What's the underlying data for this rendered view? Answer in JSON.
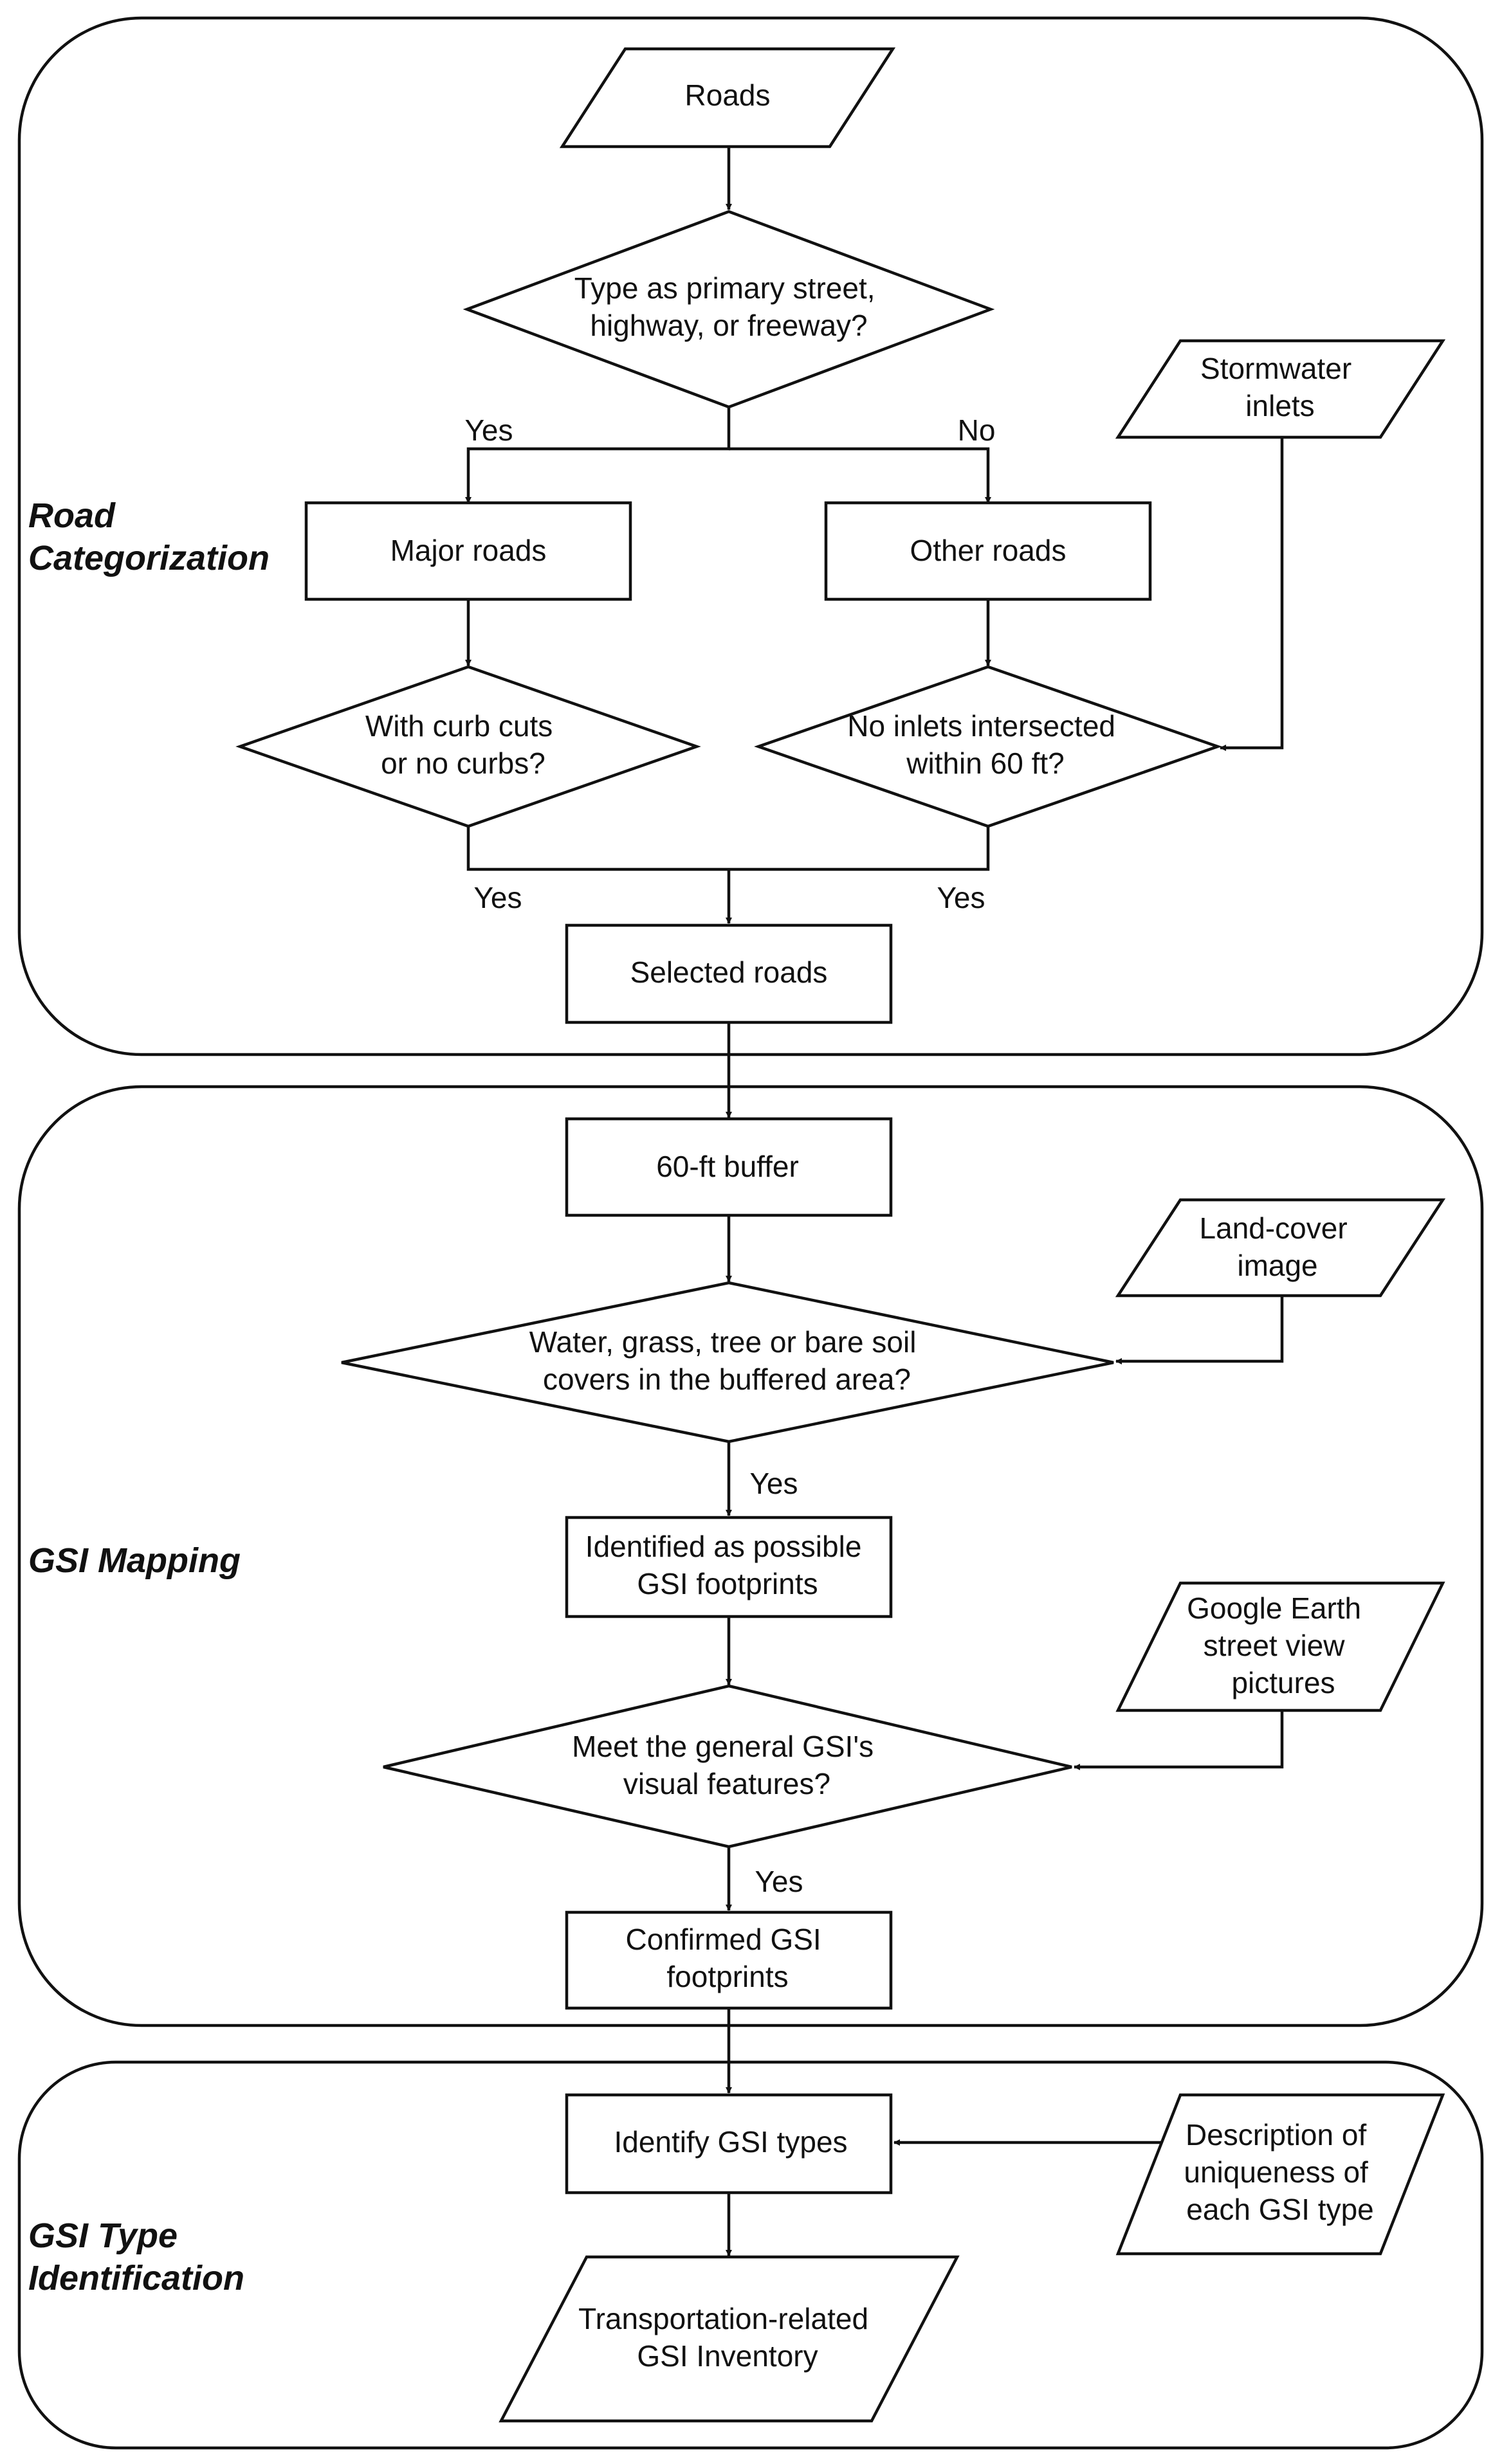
{
  "sections": [
    {
      "id": "road",
      "lines": [
        "Road",
        "Categorization"
      ]
    },
    {
      "id": "gsi",
      "lines": [
        "GSI Mapping"
      ]
    },
    {
      "id": "type",
      "lines": [
        "GSI Type",
        "Identification"
      ]
    }
  ],
  "nodes": {
    "roads": {
      "shape": "parallelogram",
      "lines": [
        "Roads"
      ]
    },
    "type_decision": {
      "shape": "diamond",
      "lines": [
        "Type as primary street,",
        "highway, or freeway?"
      ]
    },
    "stormwater": {
      "shape": "parallelogram",
      "lines": [
        "Stormwater",
        "inlets"
      ]
    },
    "major_roads": {
      "shape": "rectangle",
      "lines": [
        "Major roads"
      ]
    },
    "other_roads": {
      "shape": "rectangle",
      "lines": [
        "Other roads"
      ]
    },
    "curb_decision": {
      "shape": "diamond",
      "lines": [
        "With curb cuts",
        "or no curbs?"
      ]
    },
    "inlets_decision": {
      "shape": "diamond",
      "lines": [
        "No inlets intersected",
        "within 60 ft?"
      ]
    },
    "selected_roads": {
      "shape": "rectangle",
      "lines": [
        "Selected roads"
      ]
    },
    "buffer": {
      "shape": "rectangle",
      "lines": [
        "60-ft buffer"
      ]
    },
    "landcover": {
      "shape": "parallelogram",
      "lines": [
        "Land-cover",
        "image"
      ]
    },
    "cover_decision": {
      "shape": "diamond",
      "lines": [
        "Water, grass, tree or bare soil",
        "covers in the buffered area?"
      ]
    },
    "possible": {
      "shape": "rectangle",
      "lines": [
        "Identified as possible",
        "GSI footprints"
      ]
    },
    "google": {
      "shape": "parallelogram",
      "lines": [
        "Google Earth",
        "street view",
        "pictures"
      ]
    },
    "visual_decision": {
      "shape": "diamond",
      "lines": [
        "Meet the general GSI's",
        "visual features?"
      ]
    },
    "confirmed": {
      "shape": "rectangle",
      "lines": [
        "Confirmed GSI",
        "footprints"
      ]
    },
    "identify": {
      "shape": "rectangle",
      "lines": [
        "Identify GSI types"
      ]
    },
    "description": {
      "shape": "parallelogram",
      "lines": [
        "Description of",
        "uniqueness of",
        "each GSI type"
      ]
    },
    "inventory": {
      "shape": "parallelogram",
      "lines": [
        "Transportation-related",
        "GSI Inventory"
      ]
    }
  },
  "edge_labels": {
    "yes_major": "Yes",
    "no_other": "No",
    "yes_curb": "Yes",
    "yes_inlets": "Yes",
    "yes_cover": "Yes",
    "yes_visual": "Yes"
  }
}
